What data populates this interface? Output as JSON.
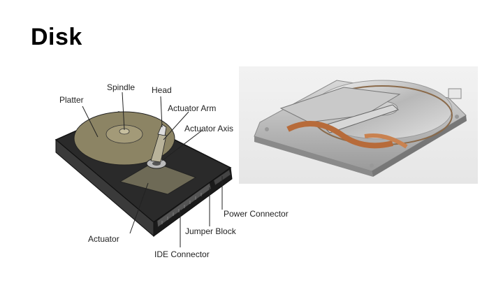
{
  "slide": {
    "title": "Disk"
  },
  "diagram": {
    "labels": {
      "platter": "Platter",
      "spindle": "Spindle",
      "head": "Head",
      "actuator_arm": "Actuator Arm",
      "actuator_axis": "Actuator Axis",
      "power_connector": "Power Connector",
      "jumper_block": "Jumper Block",
      "actuator": "Actuator",
      "ide_connector": "IDE Connector"
    }
  }
}
